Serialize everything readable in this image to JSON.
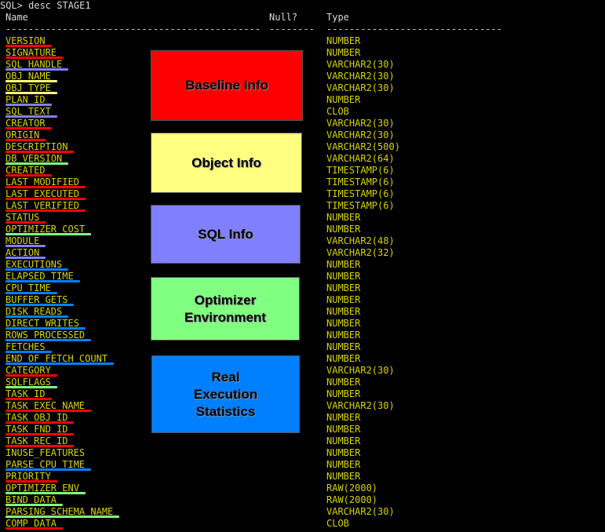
{
  "terminal": {
    "prompt_line": "SQL> desc STAGE1",
    "header": {
      "name": "Name",
      "null": "Null?",
      "type": "Type"
    },
    "rules": {
      "name": "--------------------------------------------- ",
      "null": "--------",
      "type": "-------------------------------"
    },
    "rows": [
      {
        "name": "VERSION",
        "type": "NUMBER",
        "group": "baseline"
      },
      {
        "name": "SIGNATURE",
        "type": "NUMBER",
        "group": "baseline"
      },
      {
        "name": "SQL_HANDLE",
        "type": "VARCHAR2(30)",
        "group": "sql"
      },
      {
        "name": "OBJ_NAME",
        "type": "VARCHAR2(30)",
        "group": "object"
      },
      {
        "name": "OBJ_TYPE",
        "type": "VARCHAR2(30)",
        "group": "object"
      },
      {
        "name": "PLAN_ID",
        "type": "NUMBER",
        "group": "sql"
      },
      {
        "name": "SQL_TEXT",
        "type": "CLOB",
        "group": "sql"
      },
      {
        "name": "CREATOR",
        "type": "VARCHAR2(30)",
        "group": "baseline"
      },
      {
        "name": "ORIGIN",
        "type": "VARCHAR2(30)",
        "group": "baseline"
      },
      {
        "name": "DESCRIPTION",
        "type": "VARCHAR2(500)",
        "group": "baseline"
      },
      {
        "name": "DB_VERSION",
        "type": "VARCHAR2(64)",
        "group": "optimizer"
      },
      {
        "name": "CREATED",
        "type": "TIMESTAMP(6)",
        "group": "baseline"
      },
      {
        "name": "LAST_MODIFIED",
        "type": "TIMESTAMP(6)",
        "group": "baseline"
      },
      {
        "name": "LAST_EXECUTED",
        "type": "TIMESTAMP(6)",
        "group": "baseline"
      },
      {
        "name": "LAST_VERIFIED",
        "type": "TIMESTAMP(6)",
        "group": "baseline"
      },
      {
        "name": "STATUS",
        "type": "NUMBER",
        "group": "baseline"
      },
      {
        "name": "OPTIMIZER_COST",
        "type": "NUMBER",
        "group": "optimizer"
      },
      {
        "name": "MODULE",
        "type": "VARCHAR2(48)",
        "group": "sql"
      },
      {
        "name": "ACTION",
        "type": "VARCHAR2(32)",
        "group": "sql"
      },
      {
        "name": "EXECUTIONS",
        "type": "NUMBER",
        "group": "stats"
      },
      {
        "name": "ELAPSED_TIME",
        "type": "NUMBER",
        "group": "stats"
      },
      {
        "name": "CPU_TIME",
        "type": "NUMBER",
        "group": "stats"
      },
      {
        "name": "BUFFER_GETS",
        "type": "NUMBER",
        "group": "stats"
      },
      {
        "name": "DISK_READS",
        "type": "NUMBER",
        "group": "stats"
      },
      {
        "name": "DIRECT_WRITES",
        "type": "NUMBER",
        "group": "stats"
      },
      {
        "name": "ROWS_PROCESSED",
        "type": "NUMBER",
        "group": "stats"
      },
      {
        "name": "FETCHES",
        "type": "NUMBER",
        "group": "stats"
      },
      {
        "name": "END_OF_FETCH_COUNT",
        "type": "NUMBER",
        "group": "stats"
      },
      {
        "name": "CATEGORY",
        "type": "VARCHAR2(30)",
        "group": "baseline"
      },
      {
        "name": "SQLFLAGS",
        "type": "NUMBER",
        "group": "optimizer"
      },
      {
        "name": "TASK_ID",
        "type": "NUMBER",
        "group": "baseline"
      },
      {
        "name": "TASK_EXEC_NAME",
        "type": "VARCHAR2(30)",
        "group": "baseline"
      },
      {
        "name": "TASK_OBJ_ID",
        "type": "NUMBER",
        "group": "baseline"
      },
      {
        "name": "TASK_FND_ID",
        "type": "NUMBER",
        "group": "baseline"
      },
      {
        "name": "TASK_REC_ID",
        "type": "NUMBER",
        "group": "baseline"
      },
      {
        "name": "INUSE_FEATURES",
        "type": "NUMBER",
        "group": "none"
      },
      {
        "name": "PARSE_CPU_TIME",
        "type": "NUMBER",
        "group": "stats"
      },
      {
        "name": "PRIORITY",
        "type": "NUMBER",
        "group": "baseline"
      },
      {
        "name": "OPTIMIZER_ENV",
        "type": "RAW(2000)",
        "group": "optimizer"
      },
      {
        "name": "BIND_DATA",
        "type": "RAW(2000)",
        "group": "optimizer"
      },
      {
        "name": "PARSING_SCHEMA_NAME",
        "type": "VARCHAR2(30)",
        "group": "optimizer"
      },
      {
        "name": "COMP_DATA",
        "type": "CLOB",
        "group": "baseline"
      }
    ]
  },
  "legend": {
    "baseline": "Baseline Info",
    "object": "Object Info",
    "sql": "SQL Info",
    "optimizer": "Optimizer\nEnvironment",
    "stats": "Real\nExecution\nStatistics"
  },
  "colors": {
    "baseline": "#ff0000",
    "object": "#ffff80",
    "sql": "#8080ff",
    "optimizer": "#80ff80",
    "stats": "#0080ff",
    "terminal_text": "#d8d8d8",
    "column_text": "#d8d200",
    "background": "#000000"
  }
}
